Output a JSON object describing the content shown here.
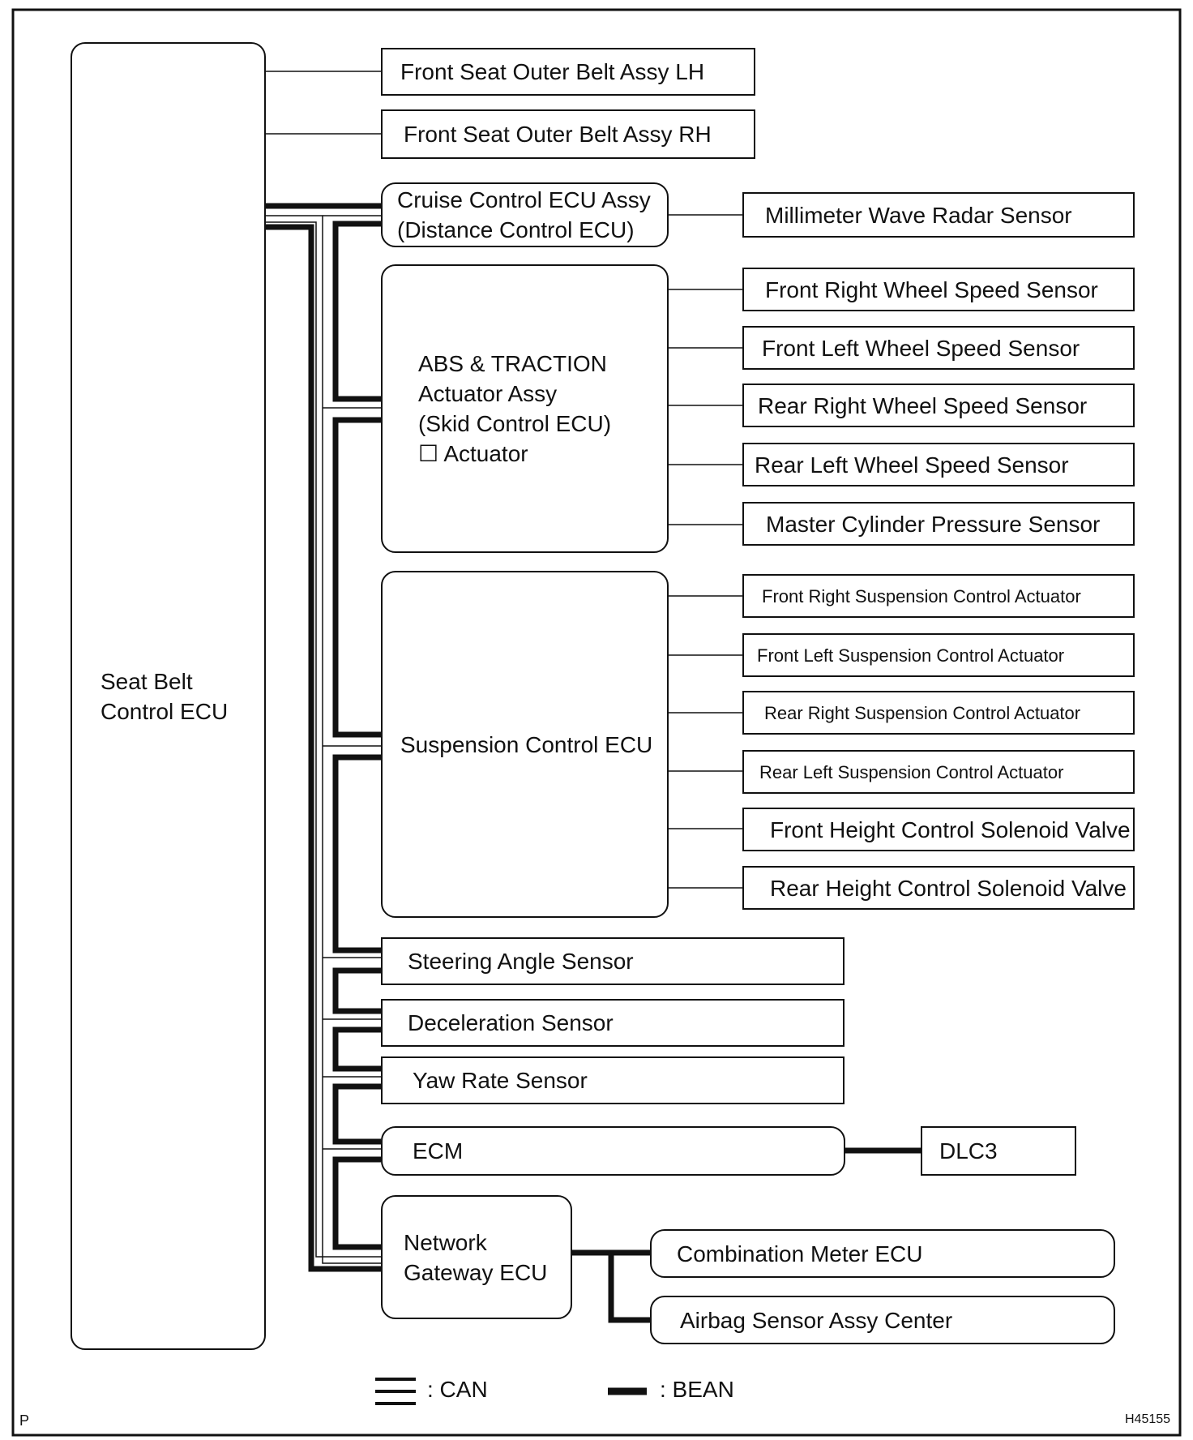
{
  "nodes": {
    "seat_belt_ecu": "Seat Belt\nControl ECU",
    "fs_outer_lh": "Front Seat Outer Belt Assy LH",
    "fs_outer_rh": "Front Seat Outer Belt Assy RH",
    "cruise_ecu": "Cruise Control ECU Assy\n(Distance Control ECU)",
    "mmw_radar": "Millimeter Wave Radar Sensor",
    "abs_actuator": "ABS & TRACTION\nActuator Assy\n(Skid Control ECU)\n☐ Actuator",
    "fr_wheel_speed": "Front Right Wheel Speed Sensor",
    "fl_wheel_speed": "Front Left Wheel Speed Sensor",
    "rr_wheel_speed": "Rear Right Wheel Speed Sensor",
    "rl_wheel_speed": "Rear Left Wheel Speed Sensor",
    "master_cyl": "Master Cylinder Pressure Sensor",
    "susp_ecu": "Suspension Control ECU",
    "fr_susp_act": "Front Right Suspension Control Actuator",
    "fl_susp_act": "Front Left Suspension Control Actuator",
    "rr_susp_act": "Rear Right Suspension Control Actuator",
    "rl_susp_act": "Rear Left Suspension Control Actuator",
    "front_height": "Front Height Control Solenoid Valve",
    "rear_height": "Rear Height Control Solenoid Valve",
    "steering_angle": "Steering Angle Sensor",
    "deceleration": "Deceleration Sensor",
    "yaw_rate": "Yaw Rate Sensor",
    "ecm": "ECM",
    "dlc3": "DLC3",
    "gateway": "Network\nGateway ECU",
    "combo_meter": "Combination Meter ECU",
    "airbag": "Airbag Sensor Assy Center"
  },
  "legend": {
    "can": ": CAN",
    "bean": ": BEAN"
  },
  "corner_left": "P",
  "corner_right": "H45155"
}
